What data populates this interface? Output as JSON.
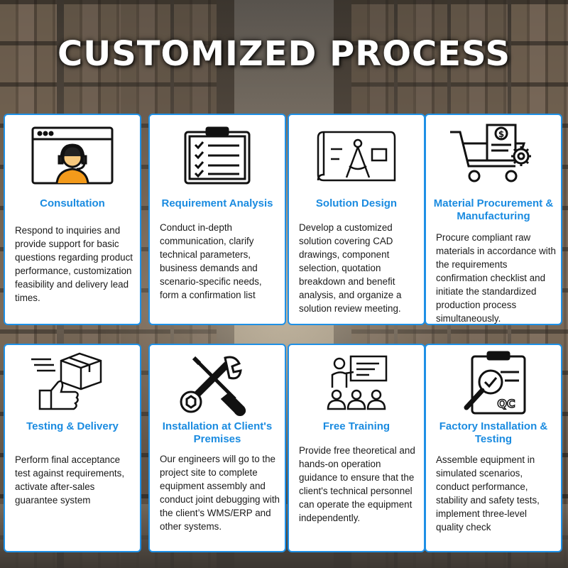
{
  "title": "CUSTOMIZED PROCESS",
  "accent_color": "#1a8be0",
  "border_color": "#1e90e6",
  "steps": [
    {
      "icon": "customer-service-icon",
      "title": "Consultation",
      "description": "Respond to inquiries and provide support for basic questions regarding product performance, customization feasibility and delivery lead times."
    },
    {
      "icon": "clipboard-checklist-icon",
      "title": "Requirement Analysis",
      "description": "Conduct in-depth communication, clarify technical parameters, business demands and scenario-specific needs, form a confirmation list"
    },
    {
      "icon": "blueprint-compass-icon",
      "title": "Solution Design",
      "description": "Develop a customized solution covering CAD drawings, component selection, quotation breakdown and benefit analysis, and organize a solution review meeting."
    },
    {
      "icon": "shopping-cart-gear-icon",
      "title": "Material Procurement & Manufacturing",
      "description": "Procure compliant raw materials in accordance with the requirements confirmation checklist and initiate the standardized production process simultaneously."
    },
    {
      "icon": "delivery-box-thumbs-up-icon",
      "title": "Testing & Delivery",
      "description": "Perform final acceptance test against requirements, activate after-sales guarantee system"
    },
    {
      "icon": "wrench-screwdriver-icon",
      "title": "Installation at Client's Premises",
      "description": "Our engineers will go to the project site to complete equipment assembly and conduct joint debugging with the client’s WMS/ERP and other systems."
    },
    {
      "icon": "training-presentation-icon",
      "title": "Free Training",
      "description": "Provide free theoretical and hands-on operation guidance to ensure that the client's technical personnel can operate the equipment independently."
    },
    {
      "icon": "qc-clipboard-magnifier-icon",
      "title": "Factory Installation & Testing",
      "description": "Assemble equipment in simulated scenarios, conduct performance, stability and safety tests, implement three-level quality check"
    }
  ]
}
